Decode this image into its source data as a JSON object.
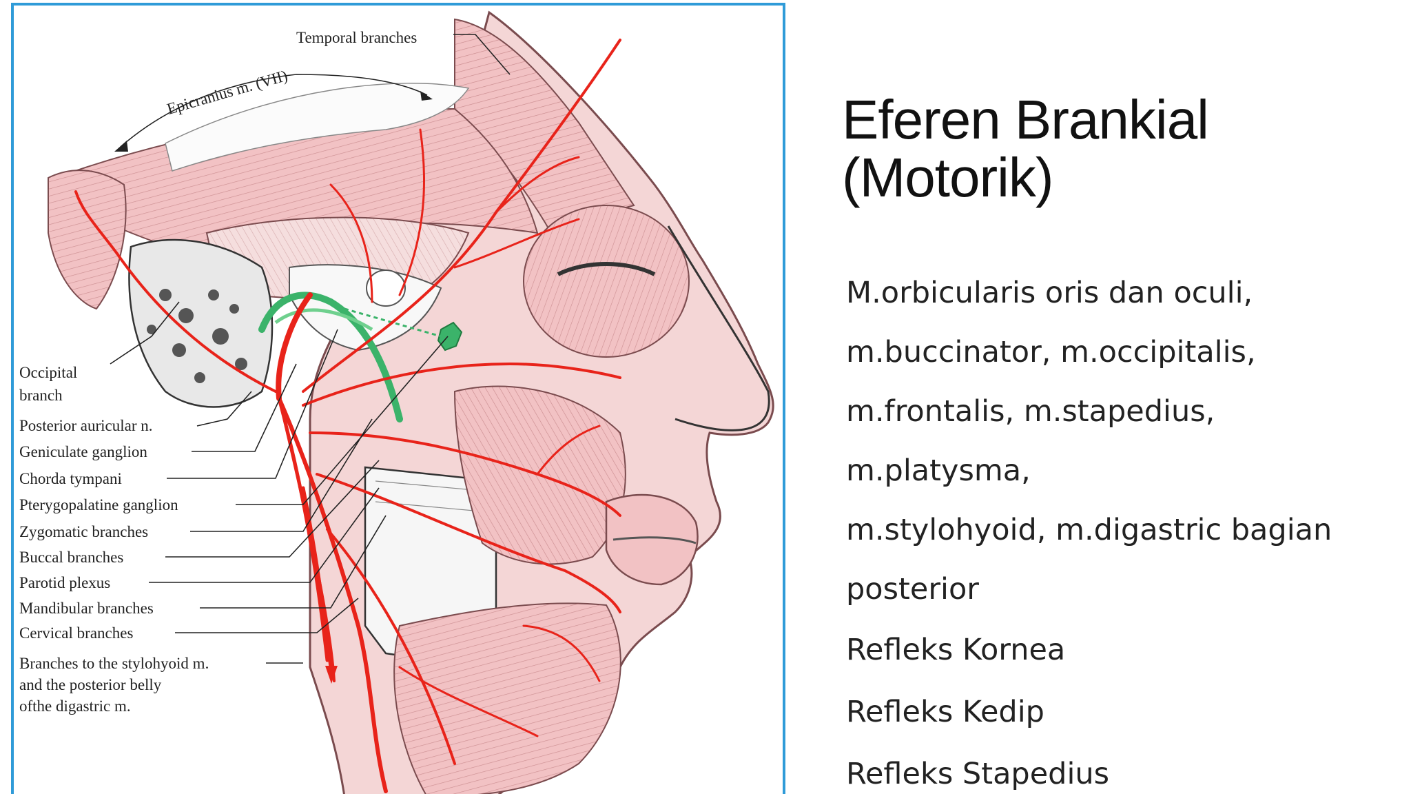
{
  "slide": {
    "title_line1": "Eferen Brankial",
    "title_line2": "(Motorik)",
    "paragraph": [
      "M.orbicularis oris dan oculi,",
      "m.buccinator, m.occipitalis,",
      "m.frontalis, m.stapedius, m.platysma,",
      "m.stylohyoid, m.digastric bagian",
      "posterior"
    ],
    "reflexes": [
      "Refleks Kornea",
      "Refleks Kedip",
      "Refleks Stapedius"
    ]
  },
  "figure": {
    "top_labels": {
      "temporal": "Temporal branches",
      "epicranius": "Epicranius m. (VII)"
    },
    "side_labels": [
      "Occipital",
      "branch",
      "Posterior auricular n.",
      "Geniculate ganglion",
      "Chorda tympani",
      "Pterygopalatine ganglion",
      "Zygomatic branches",
      "Buccal branches",
      "Parotid plexus",
      "Mandibular branches",
      "Cervical branches",
      "Branches to the stylohyoid m.",
      "and the posterior belly",
      "ofthe digastric m."
    ],
    "colors": {
      "frame": "#2f9bd8",
      "nerve": "#e8231a",
      "muscle": "#f2c2c4",
      "muscle_line": "#a55a5e",
      "chorda": "#3bb36a"
    }
  }
}
